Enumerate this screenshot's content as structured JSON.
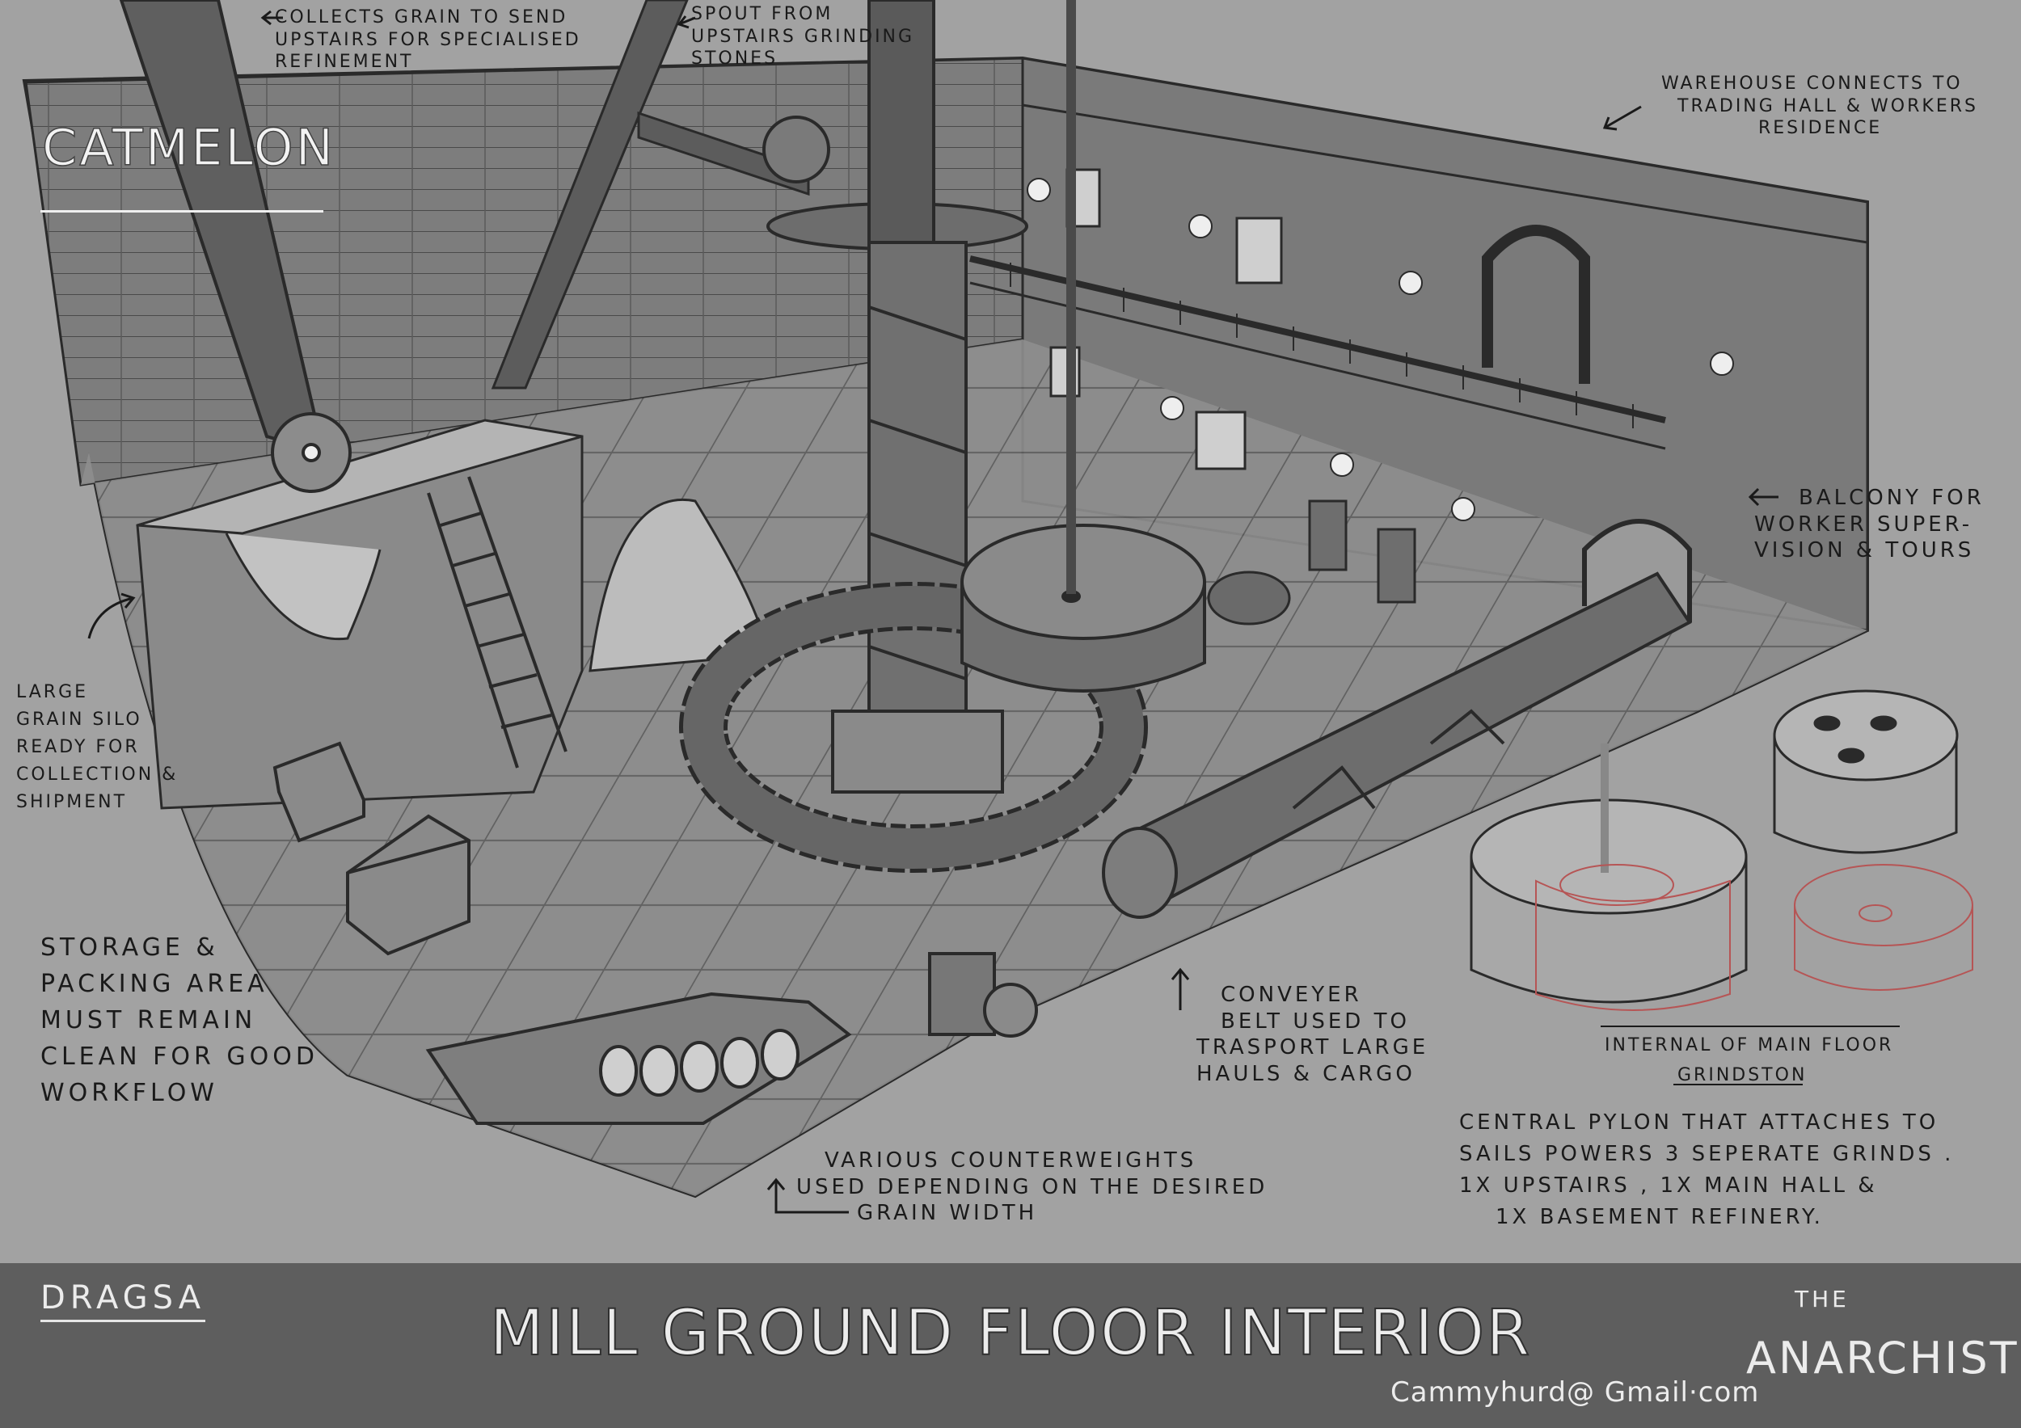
{
  "watermark": {
    "logo_text": "Catmelon"
  },
  "annotations": {
    "grain_collect": [
      "Collects grain to send",
      "upstairs for specialised",
      "refinement"
    ],
    "spout": [
      "Spout from",
      "upstairs grinding",
      "stones"
    ],
    "warehouse": [
      "Warehouse connects to",
      "trading hall & workers",
      "residence"
    ],
    "balcony": [
      "Balcony for",
      "worker super-",
      "vision & tours"
    ],
    "silo": [
      "Large",
      "grain silo",
      "ready for",
      "collection &",
      "shipment"
    ],
    "storage": [
      "Storage &",
      "packing area",
      "must remain",
      "clean for good",
      "workflow"
    ],
    "conveyer": [
      "Conveyer",
      "belt used to",
      "trasport large",
      "hauls & cargo"
    ],
    "counterweights": [
      "Various counterweights",
      "used depending on the desired",
      "grain width"
    ],
    "grindstone_caption": [
      "Internal of main floor",
      "grindston"
    ],
    "pylon": [
      "Central pylon that attaches to",
      "sails powers 3 seperate grinds .",
      "1x upstairs , 1x main hall &",
      "1x basement refinery."
    ]
  },
  "footer": {
    "studio": "Dragsa",
    "title": "Mill Ground floor interior",
    "email": "Cammyhurd@ Gmail·com",
    "project_the": "The",
    "project_name": "Anarchist"
  },
  "colors": {
    "background": "#a2a2a2",
    "footer": "#5e5e5e",
    "line": "#2a2a2a",
    "grindstone_red": "#b65555"
  }
}
